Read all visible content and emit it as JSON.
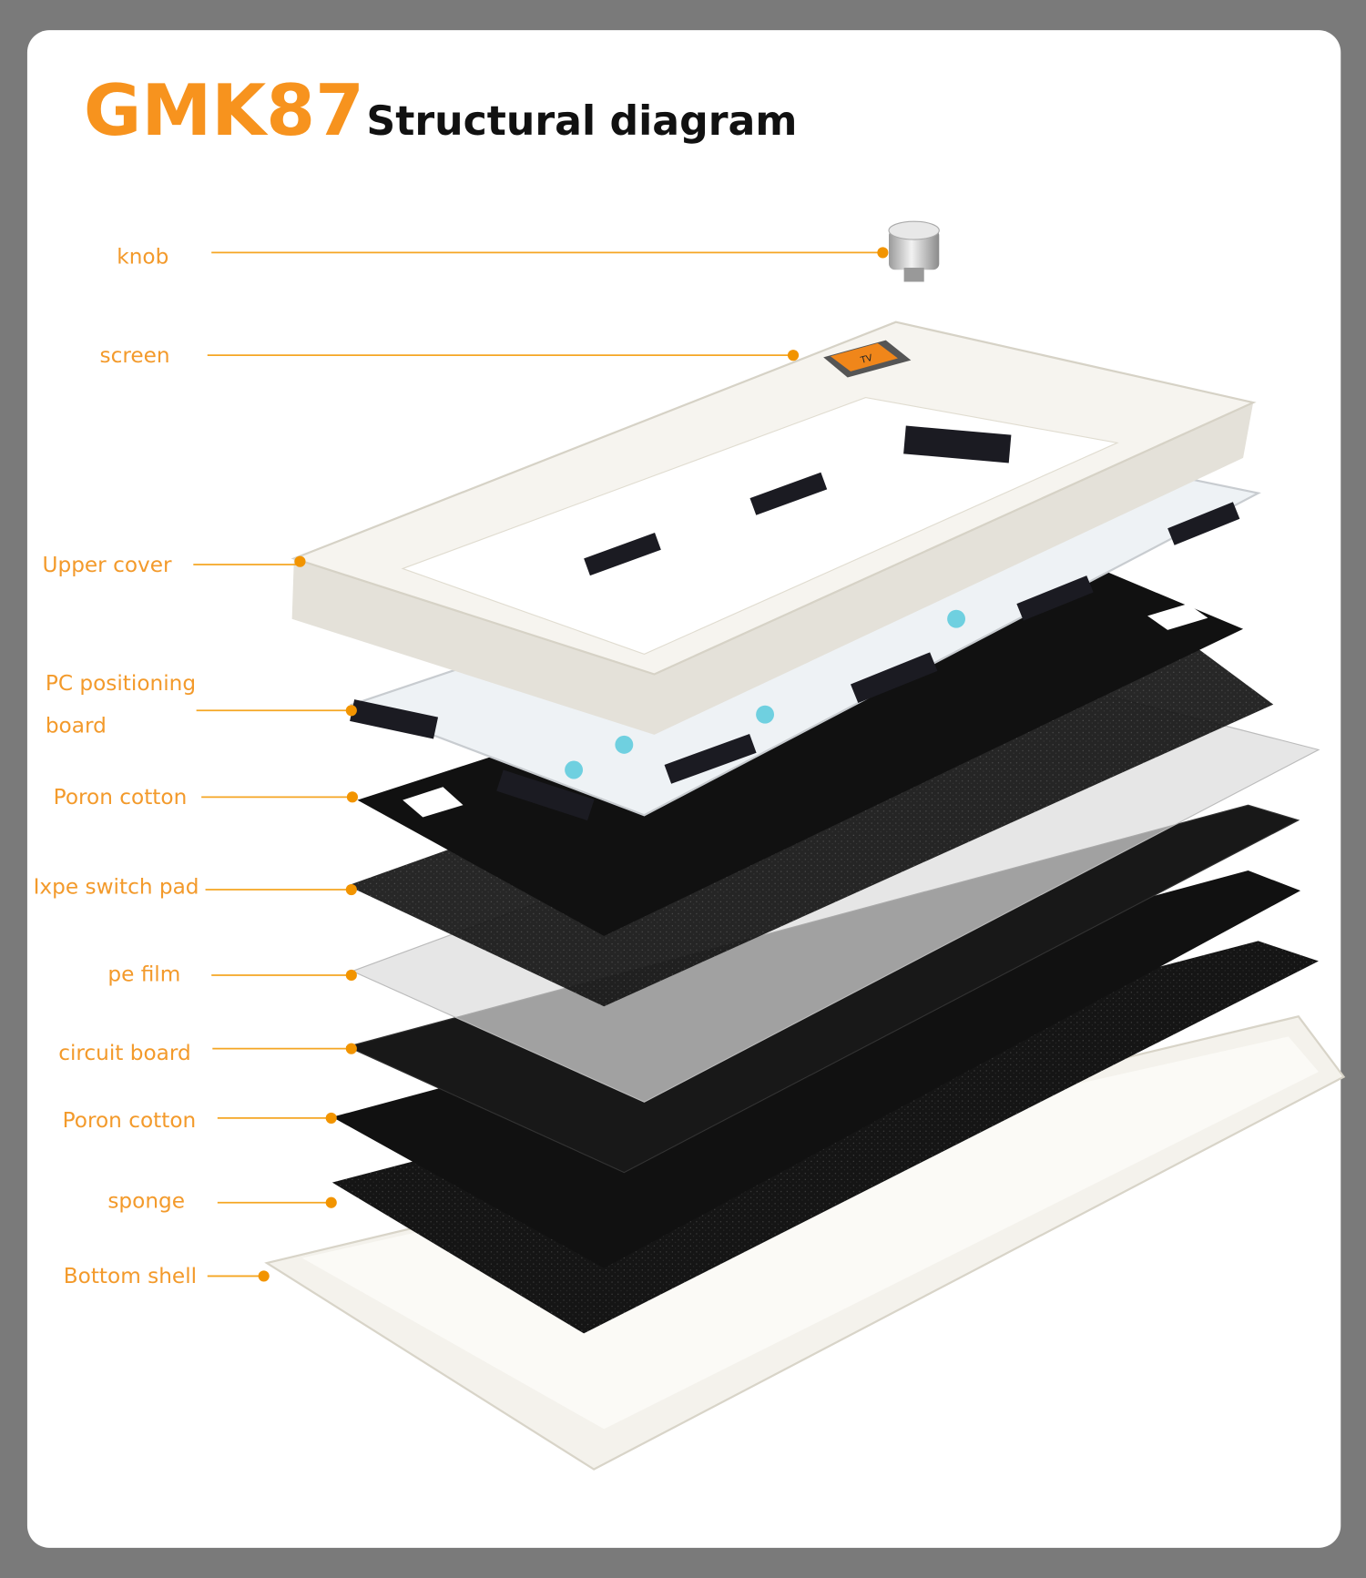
{
  "title": {
    "brand": "GMK87",
    "subtitle": "Structural diagram"
  },
  "colors": {
    "accent": "#f7931e",
    "label": "#f39a2b",
    "background": "#7a7a7a",
    "card": "#ffffff"
  },
  "labels": {
    "knob": "knob",
    "screen": "screen",
    "upper_cover": "Upper cover",
    "pc_positioning_board_line1": "PC positioning",
    "pc_positioning_board_line2": "board",
    "poron_cotton_upper": "Poron cotton",
    "ixpe_switch_pad": "Ixpe switch pad",
    "pe_film": "pe film",
    "circuit_board": "circuit board",
    "poron_cotton_lower": "Poron cotton",
    "sponge": "sponge",
    "bottom_shell": "Bottom shell"
  },
  "screen_badge": "TV"
}
